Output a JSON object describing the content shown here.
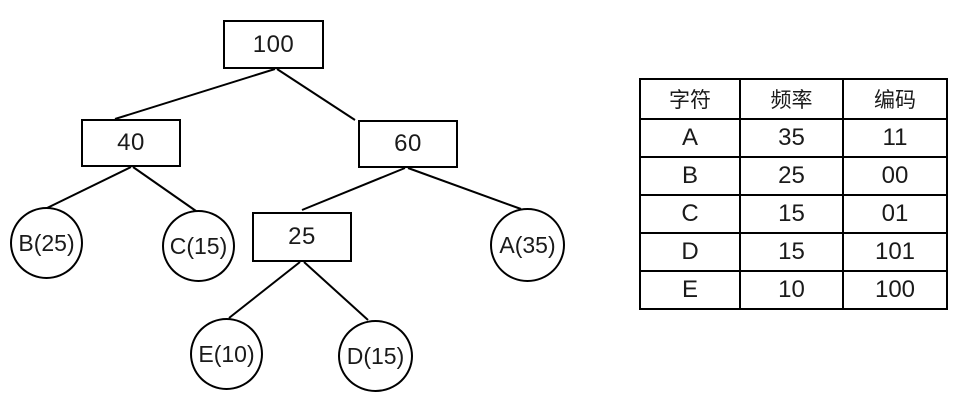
{
  "diagram": {
    "type": "huffman-tree",
    "nodes": {
      "root": {
        "label": "100",
        "shape": "rect"
      },
      "sum40": {
        "label": "40",
        "shape": "rect"
      },
      "sum60": {
        "label": "60",
        "shape": "rect"
      },
      "sum25": {
        "label": "25",
        "shape": "rect"
      },
      "leafB": {
        "label": "B(25)",
        "shape": "circle"
      },
      "leafC": {
        "label": "C(15)",
        "shape": "circle"
      },
      "leafA": {
        "label": "A(35)",
        "shape": "circle"
      },
      "leafE": {
        "label": "E(10)",
        "shape": "circle"
      },
      "leafD": {
        "label": "D(15)",
        "shape": "circle"
      }
    },
    "edges": [
      "root-sum40",
      "root-sum60",
      "sum40-leafB",
      "sum40-leafC",
      "sum60-sum25",
      "sum60-leafA",
      "sum25-leafE",
      "sum25-leafD"
    ]
  },
  "table": {
    "headers": [
      "字符",
      "频率",
      "编码"
    ],
    "rows": [
      {
        "char": "A",
        "freq": "35",
        "code": "11"
      },
      {
        "char": "B",
        "freq": "25",
        "code": "00"
      },
      {
        "char": "C",
        "freq": "15",
        "code": "01"
      },
      {
        "char": "D",
        "freq": "15",
        "code": "101"
      },
      {
        "char": "E",
        "freq": "10",
        "code": "100"
      }
    ]
  },
  "colors": {
    "line": "#000000",
    "text": "#1a1a1a",
    "background": "#ffffff"
  }
}
